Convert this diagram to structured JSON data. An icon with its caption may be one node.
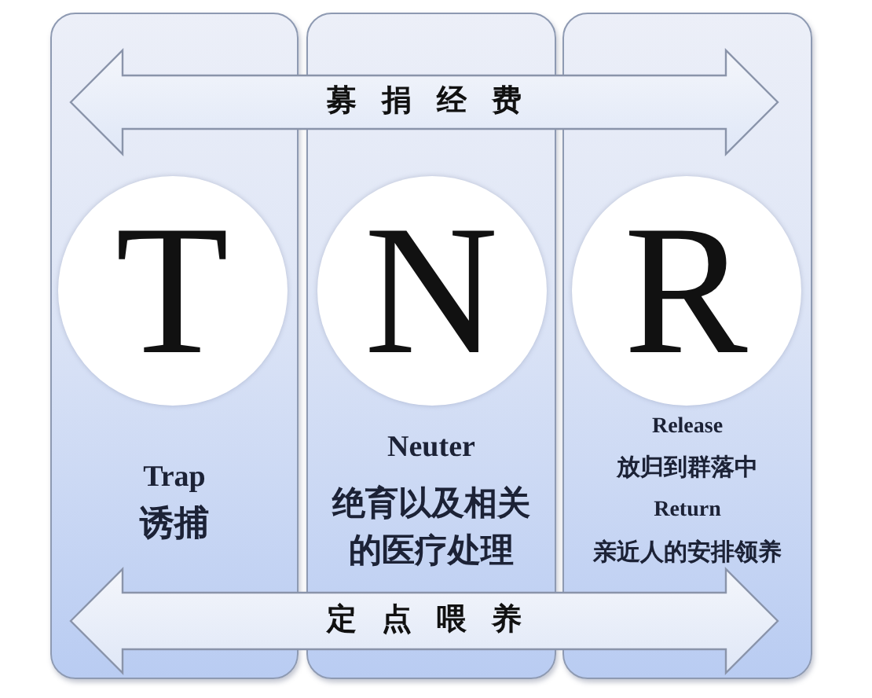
{
  "diagram": {
    "nodes": [
      {
        "text": [
          "Trap",
          "诱捕"
        ]
      },
      {
        "text": [
          "Neuter",
          "绝育以及相关的医疗处理"
        ]
      },
      {
        "text": [
          "Release",
          "放归到群落中",
          "Return",
          "亲近人的安排领养"
        ]
      },
      {
        "text": [
          "T"
        ],
        "in": 0
      },
      {
        "text": [
          "N"
        ],
        "in": 1
      },
      {
        "text": [
          "R"
        ],
        "in": 2
      },
      {
        "text": [
          "募捐经费"
        ]
      },
      {
        "text": [
          "定点喂养"
        ]
      }
    ]
  }
}
